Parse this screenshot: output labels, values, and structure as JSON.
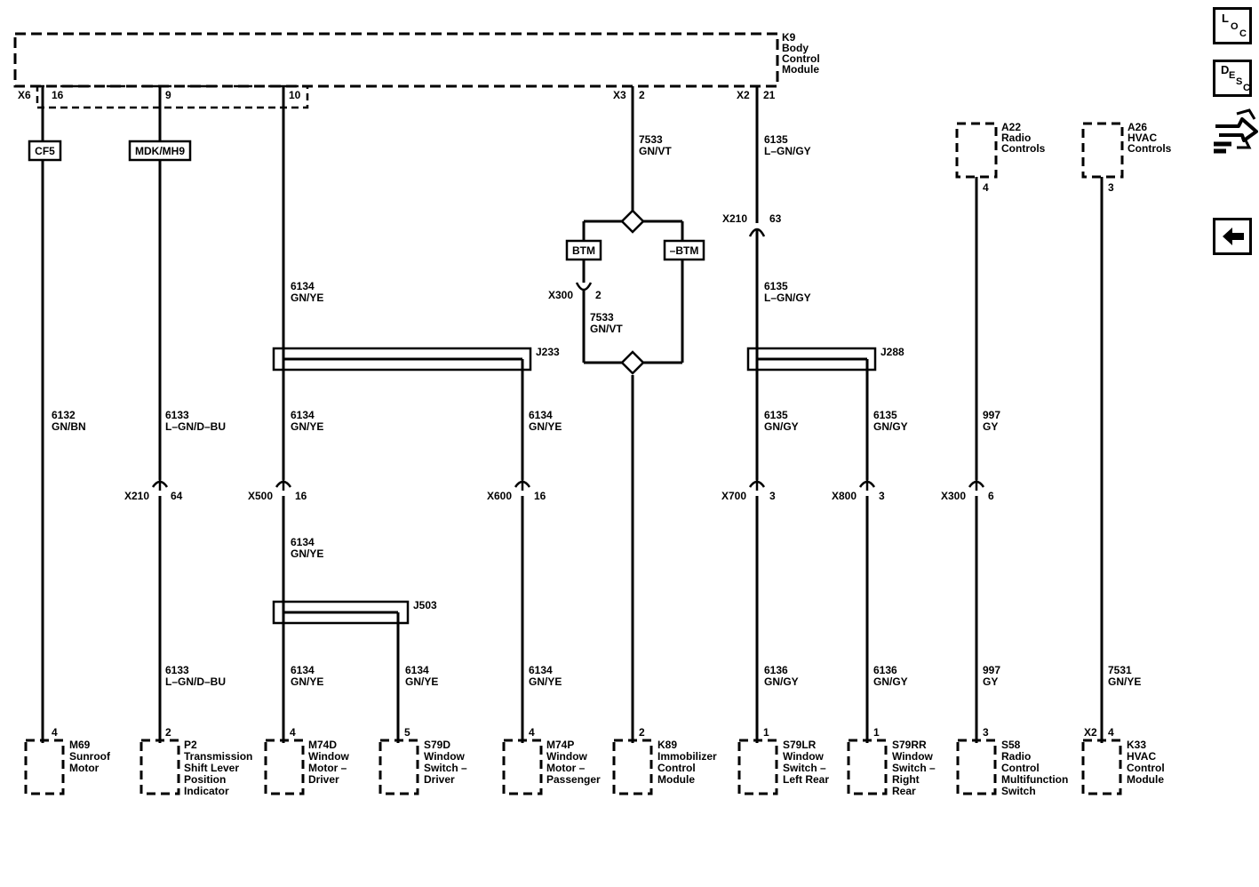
{
  "bcm": {
    "id": "K9",
    "name_lines": [
      "Body",
      "Control",
      "Module"
    ]
  },
  "bcm_pins": {
    "x6_connector": "X6",
    "x6_pin": "16",
    "pin_9": "9",
    "pin_10": "10",
    "x3_connector": "X3",
    "x3_pin": "2",
    "x2_connector": "X2",
    "x2_pin": "21"
  },
  "options": {
    "cf5": "CF5",
    "mdk": "MDK/MH9",
    "btm": "BTM",
    "no_btm": "–BTM"
  },
  "circuits": {
    "c6132": {
      "num": "6132",
      "color": "GN/BN"
    },
    "c6133_top": {
      "num": "6133",
      "color": "L–GN/D–BU"
    },
    "c6133_bottom": {
      "num": "6133",
      "color": "L–GN/D–BU"
    },
    "c6134_a": {
      "num": "6134",
      "color": "GN/YE"
    },
    "c6134_b": {
      "num": "6134",
      "color": "GN/YE"
    },
    "c6134_c": {
      "num": "6134",
      "color": "GN/YE"
    },
    "c6134_d": {
      "num": "6134",
      "color": "GN/YE"
    },
    "c6134_e": {
      "num": "6134",
      "color": "GN/YE"
    },
    "c6134_f": {
      "num": "6134",
      "color": "GN/YE"
    },
    "c6134_g": {
      "num": "6134",
      "color": "GN/YE"
    },
    "c7533_top": {
      "num": "7533",
      "color": "GN/VT"
    },
    "c7533_mid": {
      "num": "7533",
      "color": "GN/VT"
    },
    "c6135_top": {
      "num": "6135",
      "color": "L–GN/GY"
    },
    "c6135_mid": {
      "num": "6135",
      "color": "L–GN/GY"
    },
    "c6135_a": {
      "num": "6135",
      "color": "GN/GY"
    },
    "c6135_b": {
      "num": "6135",
      "color": "GN/GY"
    },
    "c6136_a": {
      "num": "6136",
      "color": "GN/GY"
    },
    "c6136_b": {
      "num": "6136",
      "color": "GN/GY"
    },
    "c997_top": {
      "num": "997",
      "color": "GY"
    },
    "c997_bottom": {
      "num": "997",
      "color": "GY"
    },
    "c7531": {
      "num": "7531",
      "color": "GN/YE"
    }
  },
  "splices": {
    "j233": "J233",
    "j288": "J288",
    "j503": "J503"
  },
  "inline_connectors": {
    "x210_63": {
      "conn": "X210",
      "pin": "63"
    },
    "x300_2": {
      "conn": "X300",
      "pin": "2"
    },
    "x210_64": {
      "conn": "X210",
      "pin": "64"
    },
    "x500_16": {
      "conn": "X500",
      "pin": "16"
    },
    "x600_16": {
      "conn": "X600",
      "pin": "16"
    },
    "x700_3": {
      "conn": "X700",
      "pin": "3"
    },
    "x800_3": {
      "conn": "X800",
      "pin": "3"
    },
    "x300_6": {
      "conn": "X300",
      "pin": "6"
    }
  },
  "top_components": {
    "a22": {
      "id": "A22",
      "name_lines": [
        "Radio",
        "Controls"
      ],
      "pin": "4"
    },
    "a26": {
      "id": "A26",
      "name_lines": [
        "HVAC",
        "Controls"
      ],
      "pin": "3"
    }
  },
  "bottom_components": [
    {
      "key": "m69",
      "id": "M69",
      "name_lines": [
        "Sunroof",
        "Motor"
      ],
      "pin": "4",
      "conn": ""
    },
    {
      "key": "p2",
      "id": "P2",
      "name_lines": [
        "Transmission",
        "Shift Lever",
        "Position",
        "Indicator"
      ],
      "pin": "2",
      "conn": ""
    },
    {
      "key": "m74d",
      "id": "M74D",
      "name_lines": [
        "Window",
        "Motor –",
        "Driver"
      ],
      "pin": "4",
      "conn": ""
    },
    {
      "key": "s79d",
      "id": "S79D",
      "name_lines": [
        "Window",
        "Switch –",
        "Driver"
      ],
      "pin": "5",
      "conn": ""
    },
    {
      "key": "m74p",
      "id": "M74P",
      "name_lines": [
        "Window",
        "Motor –",
        "Passenger"
      ],
      "pin": "4",
      "conn": ""
    },
    {
      "key": "k89",
      "id": "K89",
      "name_lines": [
        "Immobilizer",
        "Control",
        "Module"
      ],
      "pin": "2",
      "conn": ""
    },
    {
      "key": "s79lr",
      "id": "S79LR",
      "name_lines": [
        "Window",
        "Switch –",
        "Left Rear"
      ],
      "pin": "1",
      "conn": ""
    },
    {
      "key": "s79rr",
      "id": "S79RR",
      "name_lines": [
        "Window",
        "Switch –",
        "Right",
        "Rear"
      ],
      "pin": "1",
      "conn": ""
    },
    {
      "key": "s58",
      "id": "S58",
      "name_lines": [
        "Radio",
        "Control",
        "Multifunction",
        "Switch"
      ],
      "pin": "3",
      "conn": ""
    },
    {
      "key": "k33",
      "id": "K33",
      "name_lines": [
        "HVAC",
        "Control",
        "Module"
      ],
      "pin": "4",
      "conn": "X2"
    }
  ],
  "nav": {
    "loc": {
      "big": "L",
      "sub1": "O",
      "sub2": "C"
    },
    "desc": {
      "big": "D",
      "sub1": "E",
      "sub2": "S",
      "sub3": "C"
    },
    "exit_icon": "exit-arrow-icon",
    "back_icon": "left-arrow-icon"
  }
}
